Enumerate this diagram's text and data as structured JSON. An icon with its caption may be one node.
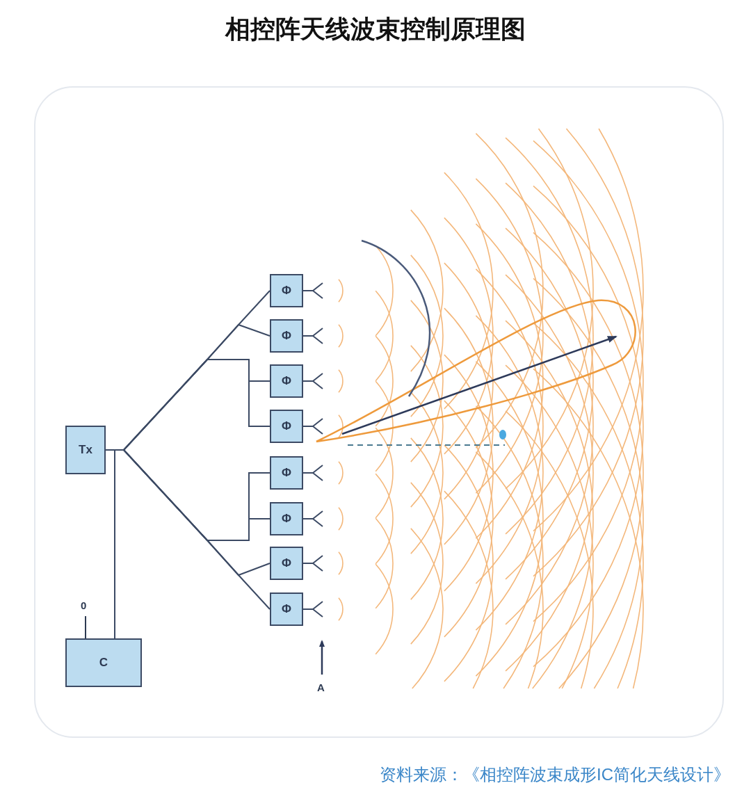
{
  "diagram": {
    "title": "相控阵天线波束控制原理图",
    "caption": "资料来源：《相控阵波束成形IC简化天线设计》",
    "nodes": [
      {
        "text": [
          "Tx"
        ]
      },
      {
        "text": [
          "Φ"
        ]
      },
      {
        "text": [
          "Φ"
        ]
      },
      {
        "text": [
          "Φ"
        ]
      },
      {
        "text": [
          "Φ"
        ]
      },
      {
        "text": [
          "Φ"
        ]
      },
      {
        "text": [
          "Φ"
        ]
      },
      {
        "text": [
          "Φ"
        ]
      },
      {
        "text": [
          "Φ"
        ]
      },
      {
        "text": [
          "C"
        ]
      }
    ],
    "edges": [
      {
        "from": 0,
        "to": 1,
        "arrow": "none"
      },
      {
        "from": 0,
        "to": 2,
        "arrow": "none"
      },
      {
        "from": 0,
        "to": 3,
        "arrow": "none"
      },
      {
        "from": 0,
        "to": 4,
        "arrow": "none"
      },
      {
        "from": 0,
        "to": 5,
        "arrow": "none"
      },
      {
        "from": 0,
        "to": 6,
        "arrow": "none"
      },
      {
        "from": 0,
        "to": 7,
        "arrow": "none"
      },
      {
        "from": 0,
        "to": 8,
        "arrow": "none"
      },
      {
        "from": 0,
        "to": 9,
        "arrow": "none"
      }
    ],
    "labels": [
      "0",
      "A"
    ]
  }
}
